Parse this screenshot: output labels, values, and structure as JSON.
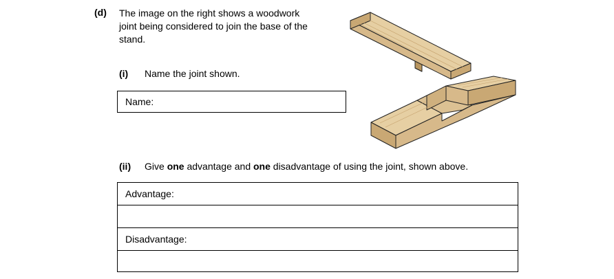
{
  "question": {
    "part_label": "(d)",
    "intro_text": "The image on the right shows a woodwork joint being considered to join the base of the stand.",
    "sub_i": {
      "label": "(i)",
      "text": "Name the joint shown.",
      "answer_label": "Name:"
    },
    "sub_ii": {
      "label": "(ii)",
      "text_before": "Give ",
      "bold_1": "one",
      "text_middle": " advantage and ",
      "bold_2": "one",
      "text_after": " disadvantage of using the joint, shown above.",
      "rows": [
        {
          "label": "Advantage:"
        },
        {
          "label": ""
        },
        {
          "label": "Disadvantage:"
        },
        {
          "label": ""
        }
      ]
    }
  },
  "figure": {
    "subject": "halving joint wood pieces",
    "colors": {
      "wood_top": "#e6cfa3",
      "wood_side": "#d7b98a",
      "wood_end": "#c9a874",
      "outline": "#222222"
    }
  }
}
